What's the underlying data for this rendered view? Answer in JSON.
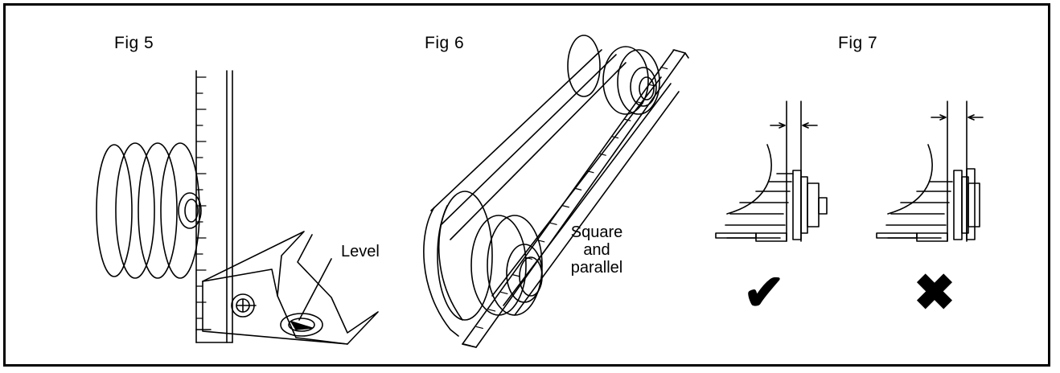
{
  "figures": [
    {
      "label": "Fig  5",
      "callout": "Level"
    },
    {
      "label": "Fig  6",
      "callout_lines": [
        "Square",
        "and",
        "parallel"
      ]
    },
    {
      "label": "Fig  7",
      "correct_mark": "✔",
      "incorrect_mark": "✖"
    }
  ],
  "colors": {
    "line": "#000000",
    "background": "#ffffff"
  }
}
